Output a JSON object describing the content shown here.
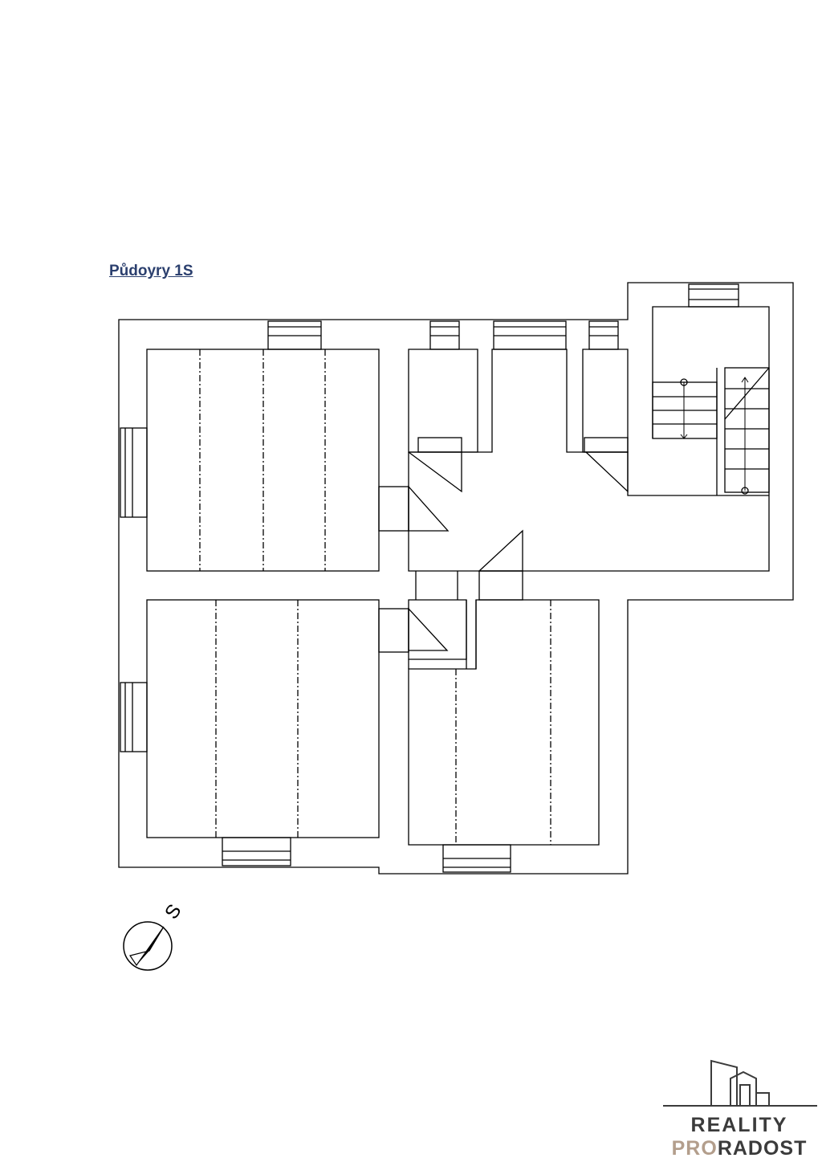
{
  "title": "Půdoyry 1S",
  "compass": {
    "letter": "S",
    "icon": "north-arrow-icon"
  },
  "logo": {
    "line1": "REALITY",
    "line2_a": "PRO",
    "line2_b": "RADOST",
    "colors": {
      "dark": "#3b3b3b",
      "accent": "#b39e8c"
    }
  },
  "colors": {
    "title": "#2b3f6e",
    "lines": "#000000"
  }
}
